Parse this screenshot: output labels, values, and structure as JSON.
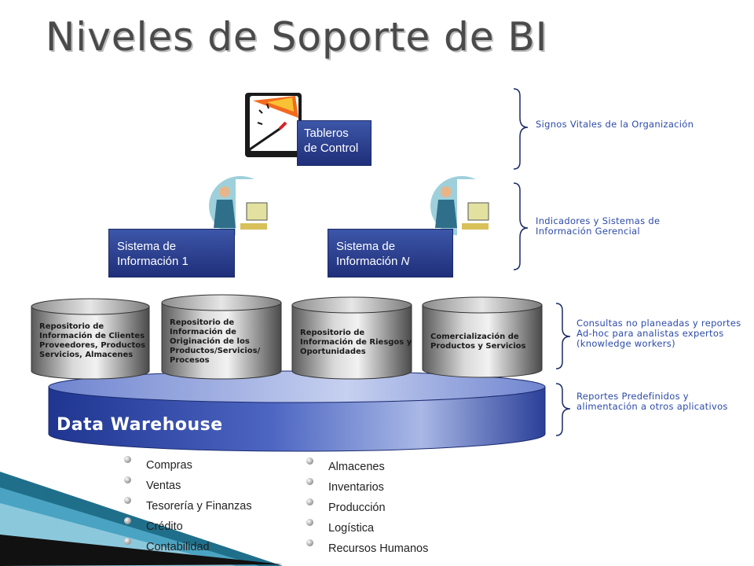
{
  "title": "Niveles de Soporte de BI",
  "levels": {
    "tablero": "Tableros de Control",
    "sistema1": "Sistema de Información 1",
    "sistemaN_prefix": "Sistema de Información ",
    "sistemaN_italic": "N"
  },
  "repositories": [
    "Repositorio de Información de Clientes Proveedores, Productos Servicios, Almacenes",
    "Repositorio de Información de Originación de los Productos/Servicios/ Procesos",
    "Repositorio de Información de Riesgos y Oportunidades",
    "Comercialización de Productos y Servicios"
  ],
  "data_warehouse": "Data Warehouse",
  "notes": [
    "Signos Vitales de la Organización",
    "Indicadores y Sistemas de Información Gerencial",
    "Consultas no planeadas y reportes Ad-hoc para analistas expertos (knowledge workers)",
    "Reportes Predefinidos y alimentación  a otros aplicativos"
  ],
  "sources_left": [
    "Compras",
    "Ventas",
    "Tesorería y Finanzas",
    "Crédito",
    "Contabilidad"
  ],
  "sources_right": [
    "Almacenes",
    "Inventarios",
    "Producción",
    "Logística",
    "Recursos Humanos"
  ],
  "icons": {
    "dashboard": "gauge-icon",
    "worker": "person-at-computer-icon",
    "bullet": "sphere-bullet-icon"
  }
}
